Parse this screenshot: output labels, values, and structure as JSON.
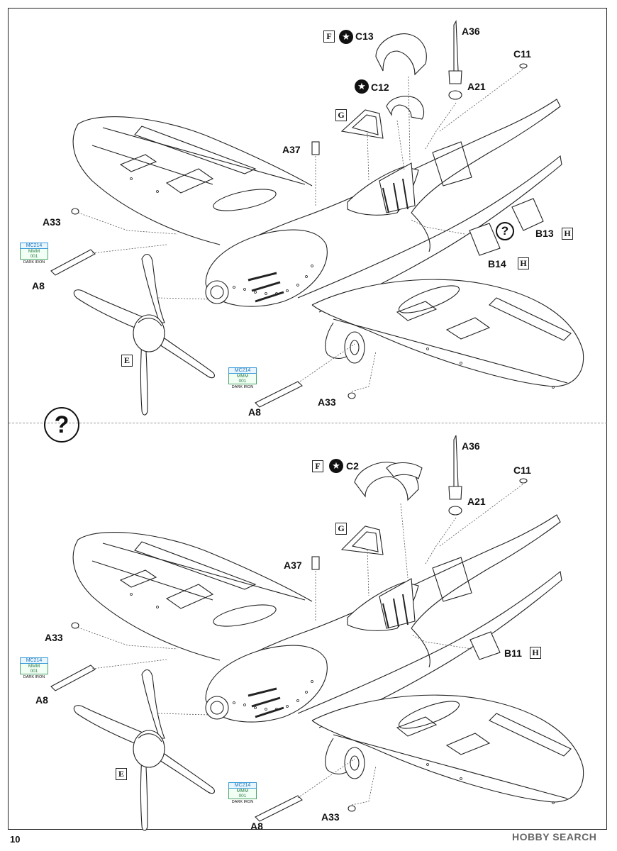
{
  "page_number": "10",
  "watermark": "HOBBY SEARCH",
  "paint": {
    "code": "MC214",
    "mmm": "MMM",
    "num": "001",
    "name": "DARK IRON"
  },
  "panel_top": {
    "question_mark": "?",
    "labels": {
      "canopy_main": "C13",
      "canopy_alt": "C12",
      "antenna": "A36",
      "light": "C11",
      "antenna_base": "A21",
      "mirror_post": "A37",
      "exhaust_upper": "A33",
      "cannon_upper": "A8",
      "exhaust_lower": "A33",
      "cannon_lower": "A8",
      "door_outer": "B13",
      "door_inner": "B14"
    },
    "box_letters": {
      "canopy": "F",
      "windscreen": "G",
      "prop": "E",
      "door_outer": "H",
      "door_inner": "H"
    }
  },
  "panel_bottom": {
    "labels": {
      "canopy_main": "C2",
      "antenna": "A36",
      "light": "C11",
      "antenna_base": "A21",
      "mirror_post": "A37",
      "exhaust_upper": "A33",
      "cannon_upper": "A8",
      "exhaust_lower": "A33",
      "cannon_lower": "A8",
      "door": "B11"
    },
    "box_letters": {
      "canopy": "F",
      "windscreen": "G",
      "prop": "E",
      "door": "H"
    }
  }
}
